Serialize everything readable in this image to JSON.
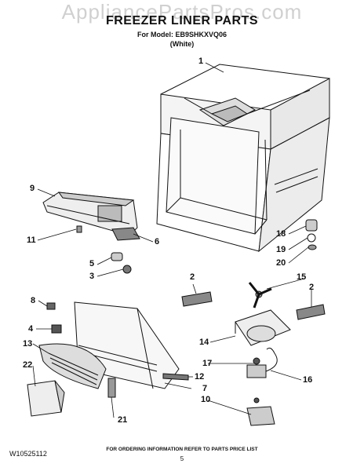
{
  "watermark": "AppliancePartsPros.com",
  "header": {
    "title": "FREEZER LINER PARTS",
    "model_line": "For Model: EB9SHKXVQ06",
    "color_line": "(White)"
  },
  "callouts": {
    "c1": "1",
    "c2a": "2",
    "c2b": "2",
    "c3": "3",
    "c4": "4",
    "c5": "5",
    "c6": "6",
    "c7": "7",
    "c8": "8",
    "c9": "9",
    "c10": "10",
    "c11": "11",
    "c12": "12",
    "c13": "13",
    "c14": "14",
    "c15": "15",
    "c16": "16",
    "c17": "17",
    "c18": "18",
    "c19": "19",
    "c20": "20",
    "c21": "21",
    "c22": "22"
  },
  "footer": {
    "doc_number": "W10525112",
    "ordering_note": "FOR ORDERING INFORMATION REFER TO PARTS PRICE LIST",
    "page_number": "5"
  }
}
